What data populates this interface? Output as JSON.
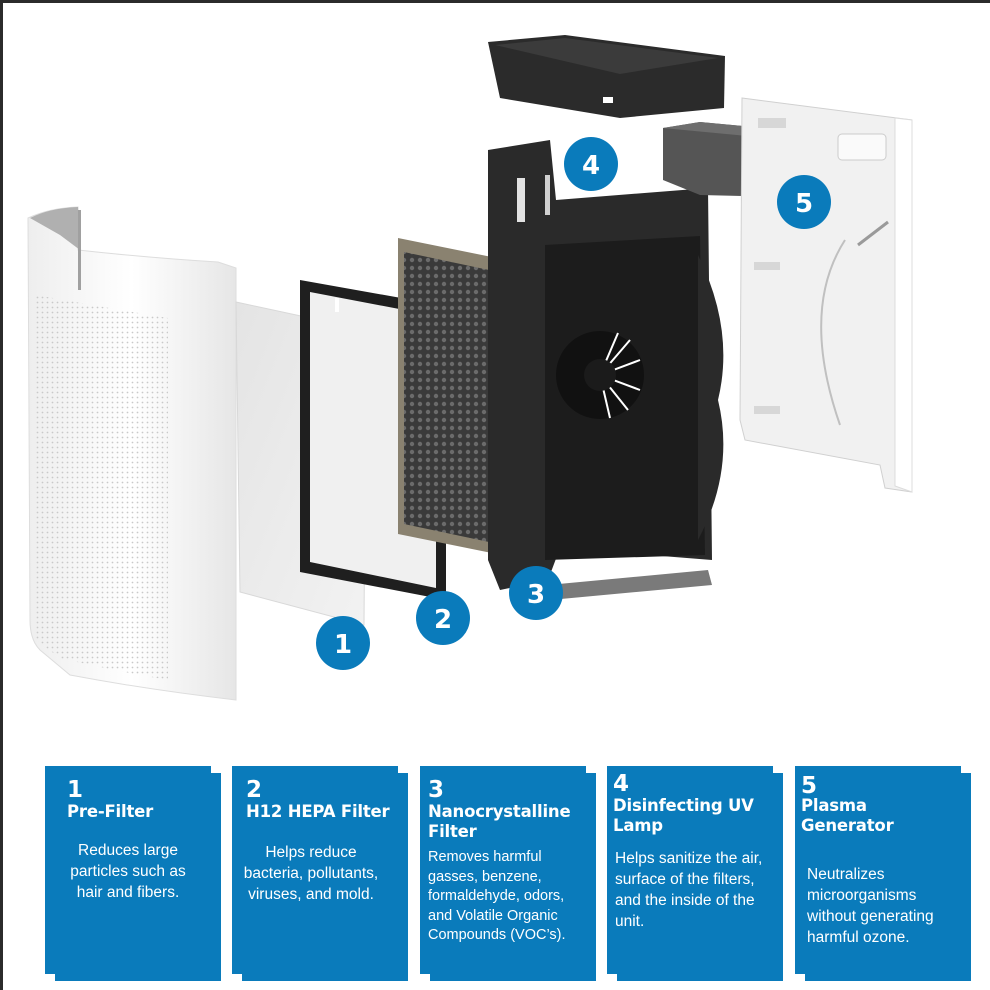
{
  "diagram": {
    "type": "exploded-view",
    "subject": "air purifier components",
    "accent_color": "#0a7bbb",
    "callouts": [
      {
        "number": "1",
        "target": "pre-filter"
      },
      {
        "number": "2",
        "target": "hepa-filter"
      },
      {
        "number": "3",
        "target": "nanocrystalline-filter"
      },
      {
        "number": "4",
        "target": "uv-lamp"
      },
      {
        "number": "5",
        "target": "plasma-generator"
      }
    ]
  },
  "cards": [
    {
      "number": "1",
      "title": "Pre-Filter",
      "description": "Reduces large particles such as hair and fibers."
    },
    {
      "number": "2",
      "title": "H12 HEPA Filter",
      "description": "Helps reduce bacteria, pollutants, viruses, and mold."
    },
    {
      "number": "3",
      "title": "Nanocrystalline Filter",
      "description": "Removes harmful gasses, benzene, formaldehyde, odors, and Volatile Organic Compounds (VOC’s)."
    },
    {
      "number": "4",
      "title": "Disinfecting UV Lamp",
      "description": "Helps sanitize the air, surface of the filters, and the inside of the unit."
    },
    {
      "number": "5",
      "title": "Plasma Generator",
      "description": "Neutralizes microorganisms without generating harmful ozone."
    }
  ]
}
